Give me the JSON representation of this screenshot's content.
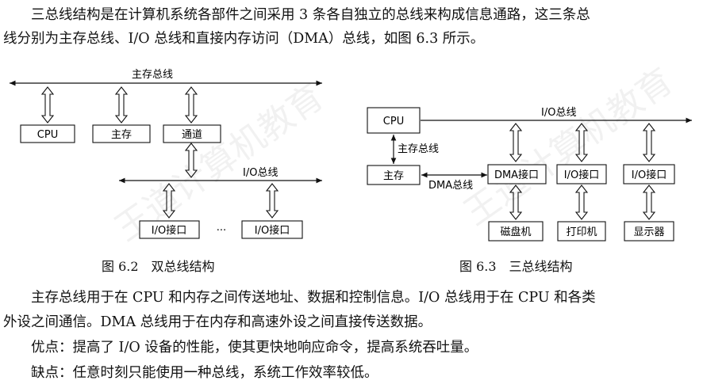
{
  "paragraphs": {
    "intro_line1": "三总线结构是在计算机系统各部件之间采用 3 条各自独立的总线来构成信息通路，这三条总",
    "intro_line2": "线分别为主存总线、I/O 总线和直接内存访问（DMA）总线，如图 6.3 所示。",
    "desc_line1": "主存总线用于在 CPU 和内存之间传送地址、数据和控制信息。I/O 总线用于在 CPU 和各类",
    "desc_line2": "外设之间通信。DMA 总线用于在内存和高速外设之间直接传送数据。",
    "pros": "优点：提高了 I/O 设备的性能，使其更快地响应命令，提高系统吞吐量。",
    "cons": "缺点：任意时刻只能使用一种总线，系统工作效率较低。"
  },
  "fig62": {
    "caption": "图 6.2　双总线结构",
    "main_bus": "主存总线",
    "io_bus": "I/O总线",
    "cpu": "CPU",
    "memory": "主存",
    "channel": "通道",
    "io1": "I/O接口",
    "io2": "I/O接口",
    "ellipsis": "···"
  },
  "fig63": {
    "caption": "图 6.3　三总线结构",
    "cpu": "CPU",
    "io_bus": "I/O总线",
    "mem_bus": "主存总线",
    "memory": "主存",
    "dma_bus": "DMA总线",
    "dma_if": "DMA接口",
    "io_if1": "I/O接口",
    "io_if2": "I/O接口",
    "disk": "磁盘机",
    "printer": "打印机",
    "display": "显示器"
  },
  "watermark": "王道计算机教育"
}
